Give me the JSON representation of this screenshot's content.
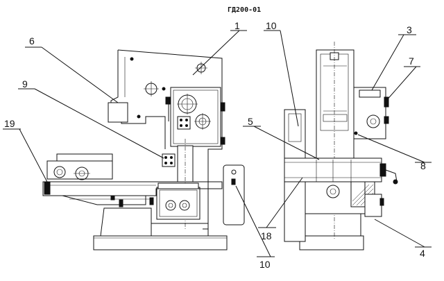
{
  "drawing": {
    "title": "ГД200-01",
    "callouts": [
      {
        "id": "c1",
        "label": "1"
      },
      {
        "id": "c3",
        "label": "3"
      },
      {
        "id": "c4",
        "label": "4"
      },
      {
        "id": "c5",
        "label": "5"
      },
      {
        "id": "c6",
        "label": "6"
      },
      {
        "id": "c7",
        "label": "7"
      },
      {
        "id": "c8",
        "label": "8"
      },
      {
        "id": "c9",
        "label": "9"
      },
      {
        "id": "c10a",
        "label": "10"
      },
      {
        "id": "c10b",
        "label": "10"
      },
      {
        "id": "c18",
        "label": "18"
      },
      {
        "id": "c19",
        "label": "19"
      }
    ]
  }
}
